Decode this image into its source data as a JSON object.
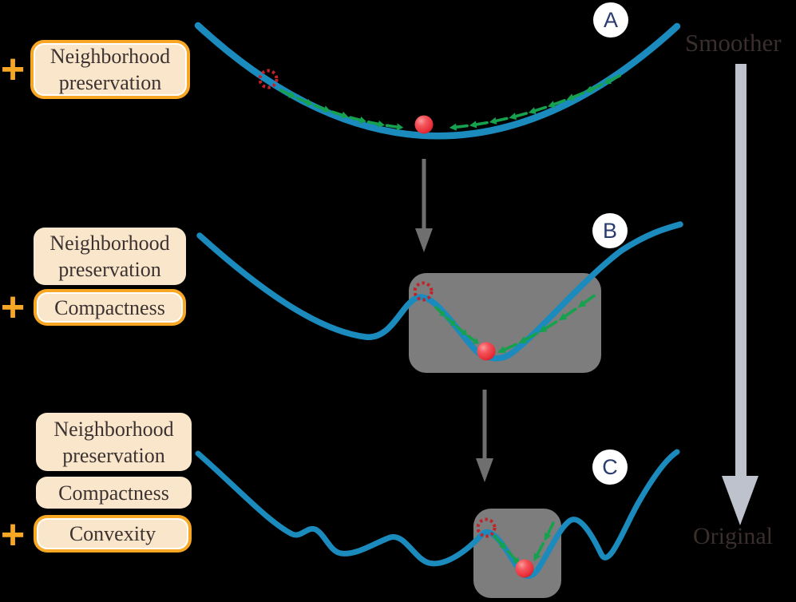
{
  "figure": {
    "panels": [
      {
        "badge": "A",
        "plus": "+",
        "labels": [
          {
            "text": "Neighborhood preservation",
            "highlighted": true
          }
        ]
      },
      {
        "badge": "B",
        "plus": "+",
        "labels": [
          {
            "text": "Neighborhood preservation",
            "highlighted": false
          },
          {
            "text": "Compactness",
            "highlighted": true
          }
        ]
      },
      {
        "badge": "C",
        "plus": "+",
        "labels": [
          {
            "text": "Neighborhood preservation",
            "highlighted": false
          },
          {
            "text": "Compactness",
            "highlighted": false
          },
          {
            "text": "Convexity",
            "highlighted": true
          }
        ]
      }
    ],
    "axis": {
      "top_label": "Smoother",
      "bottom_label": "Original"
    },
    "colors": {
      "curve_blue": "#1B8ABD",
      "arrow_green": "#16A14F",
      "ball_red": "#EE3B44",
      "ring_red": "#C0242B",
      "highlight_orange": "#F7A723",
      "box_cream": "#FAE7CB",
      "label_text": "#3B3231",
      "region_gray": "#7D7D7D",
      "step_arrow_gray": "#6F6F6F",
      "axis_arrow_gray": "#BDC2CD",
      "badge_text_navy": "#2A3B6E",
      "axis_text": "#3A2F2C",
      "background": "#000000"
    }
  }
}
